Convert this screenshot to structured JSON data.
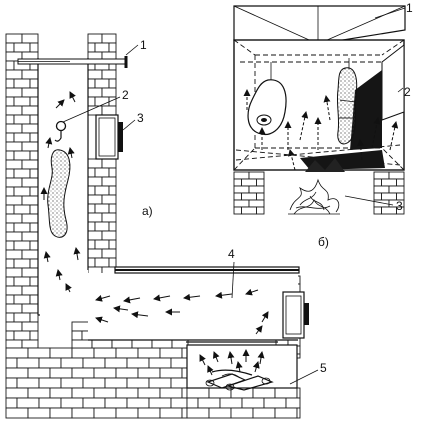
{
  "figure_a": {
    "panel_label": "а)",
    "callouts": {
      "c1": "1",
      "c2": "2",
      "c3": "3",
      "c4": "4",
      "c5": "5"
    }
  },
  "figure_b": {
    "panel_label": "б)",
    "callouts": {
      "c1": "1",
      "c2": "2",
      "c3": "3"
    }
  }
}
